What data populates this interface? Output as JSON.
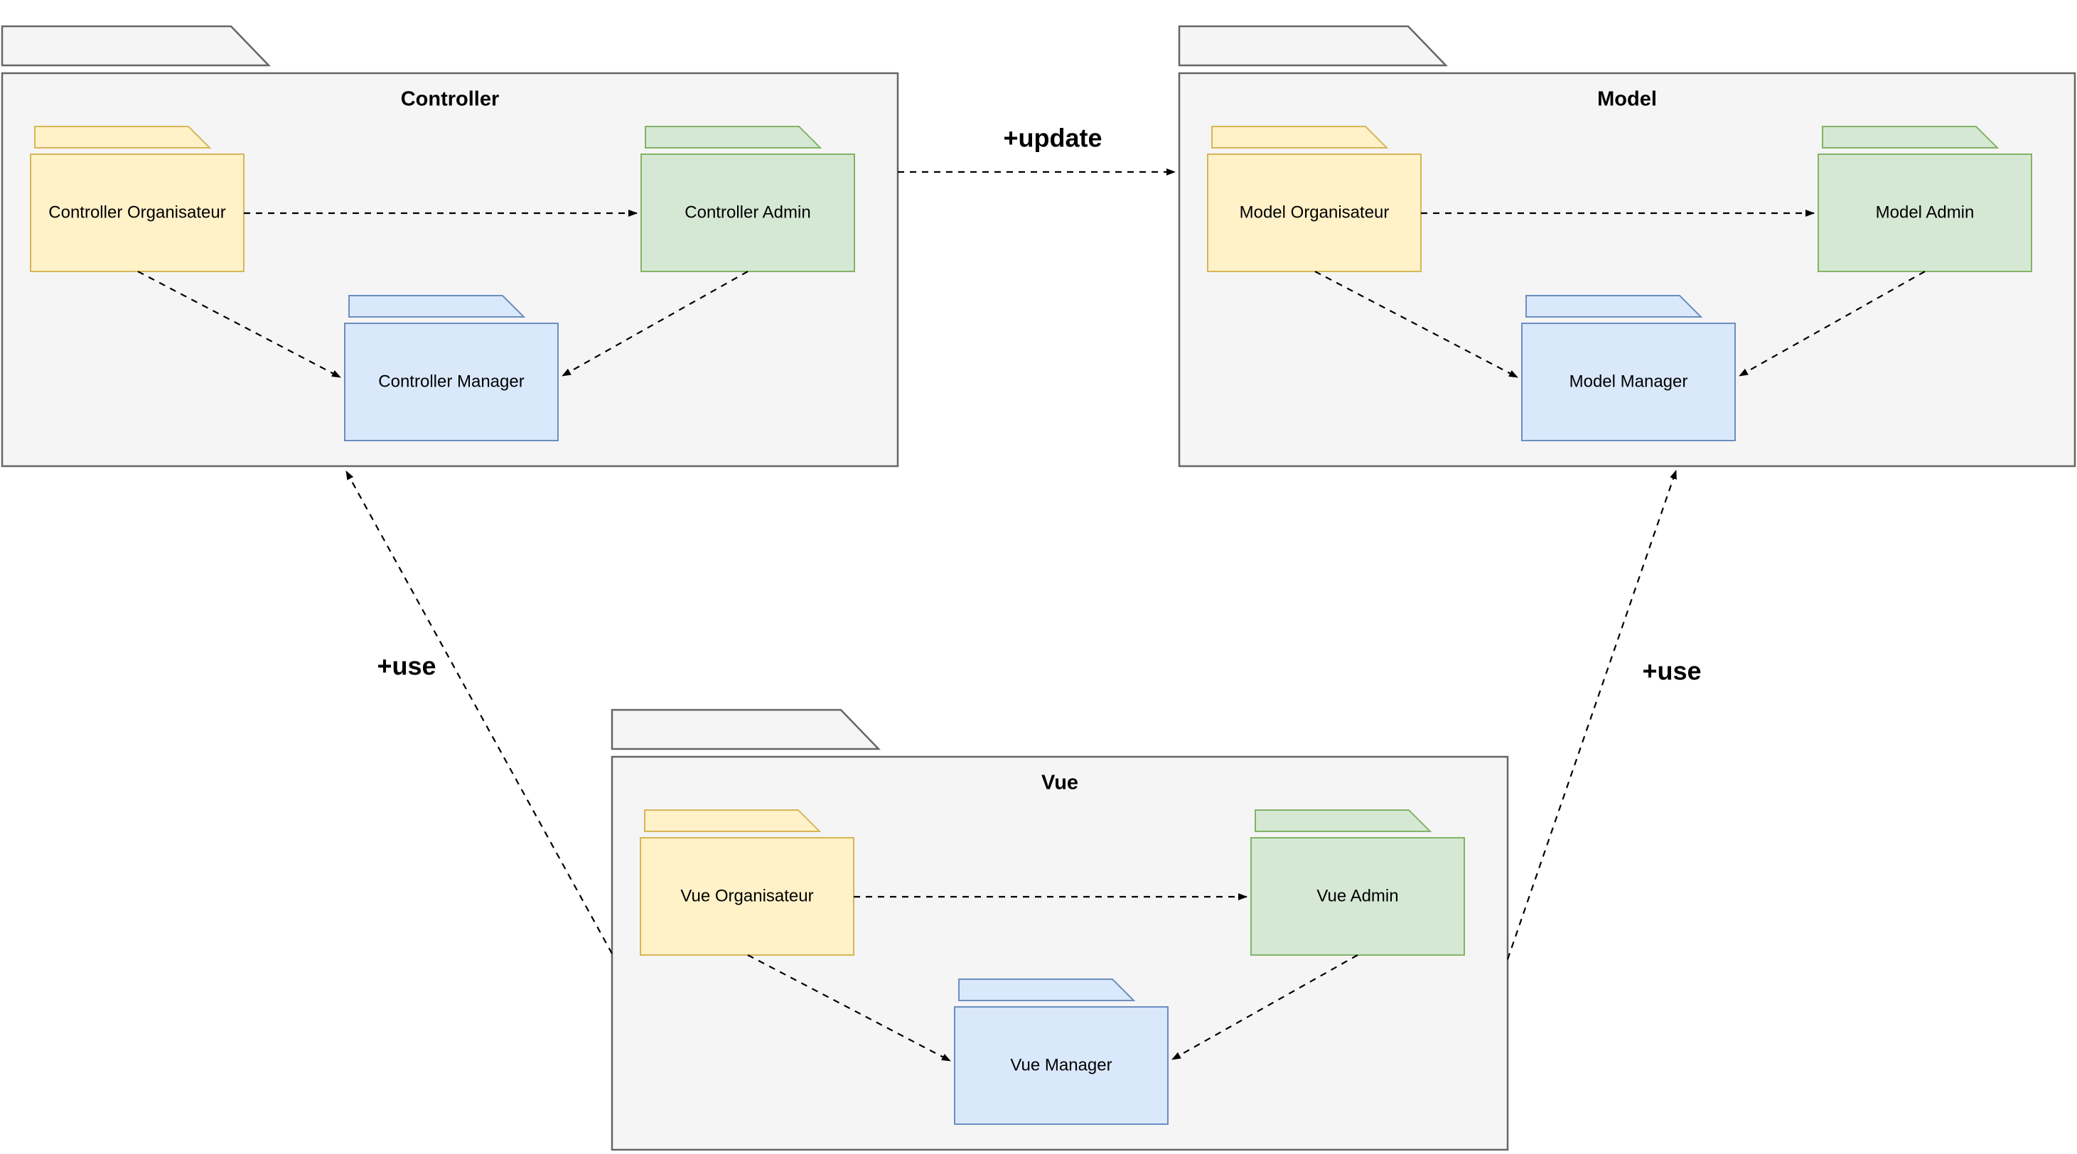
{
  "diagram": {
    "type": "uml-package-diagram",
    "background": "#ffffff",
    "colors": {
      "package_fill": "#f5f5f5",
      "package_stroke": "#666666",
      "organisateur_fill": "#fff1c8",
      "organisateur_stroke": "#d6b656",
      "admin_fill": "#d5e8d4",
      "admin_stroke": "#82b366",
      "manager_fill": "#dae8fc",
      "manager_stroke": "#6c8ebf",
      "edge_color": "#000000",
      "text_color": "#000000"
    },
    "packages": [
      {
        "id": "controller",
        "label": "Controller",
        "children": [
          {
            "id": "controller-organisateur",
            "label": "Controller Organisateur",
            "color": "#fff1c8"
          },
          {
            "id": "controller-admin",
            "label": "Controller Admin",
            "color": "#d5e8d4"
          },
          {
            "id": "controller-manager",
            "label": "Controller Manager",
            "color": "#dae8fc"
          }
        ]
      },
      {
        "id": "model",
        "label": "Model",
        "children": [
          {
            "id": "model-organisateur",
            "label": "Model Organisateur",
            "color": "#fff1c8"
          },
          {
            "id": "model-admin",
            "label": "Model Admin",
            "color": "#d5e8d4"
          },
          {
            "id": "model-manager",
            "label": "Model Manager",
            "color": "#dae8fc"
          }
        ]
      },
      {
        "id": "vue",
        "label": "Vue",
        "children": [
          {
            "id": "vue-organisateur",
            "label": "Vue Organisateur",
            "color": "#fff1c8"
          },
          {
            "id": "vue-admin",
            "label": "Vue Admin",
            "color": "#d5e8d4"
          },
          {
            "id": "vue-manager",
            "label": "Vue Manager",
            "color": "#dae8fc"
          }
        ]
      }
    ],
    "edges": [
      {
        "from": "controller-organisateur",
        "to": "controller-admin",
        "style": "dashed-arrow",
        "label": ""
      },
      {
        "from": "controller-organisateur",
        "to": "controller-manager",
        "style": "dashed-arrow",
        "label": ""
      },
      {
        "from": "controller-admin",
        "to": "controller-manager",
        "style": "dashed-arrow",
        "label": ""
      },
      {
        "from": "model-organisateur",
        "to": "model-admin",
        "style": "dashed-arrow",
        "label": ""
      },
      {
        "from": "model-organisateur",
        "to": "model-manager",
        "style": "dashed-arrow",
        "label": ""
      },
      {
        "from": "model-admin",
        "to": "model-manager",
        "style": "dashed-arrow",
        "label": ""
      },
      {
        "from": "vue-organisateur",
        "to": "vue-admin",
        "style": "dashed-arrow",
        "label": ""
      },
      {
        "from": "vue-organisateur",
        "to": "vue-manager",
        "style": "dashed-arrow",
        "label": ""
      },
      {
        "from": "vue-admin",
        "to": "vue-manager",
        "style": "dashed-arrow",
        "label": ""
      },
      {
        "from": "controller",
        "to": "model",
        "style": "dashed-arrow",
        "label": "+update"
      },
      {
        "from": "vue",
        "to": "controller",
        "style": "dashed-arrow",
        "label": "+use"
      },
      {
        "from": "vue",
        "to": "model",
        "style": "dashed-arrow",
        "label": "+use"
      }
    ]
  }
}
